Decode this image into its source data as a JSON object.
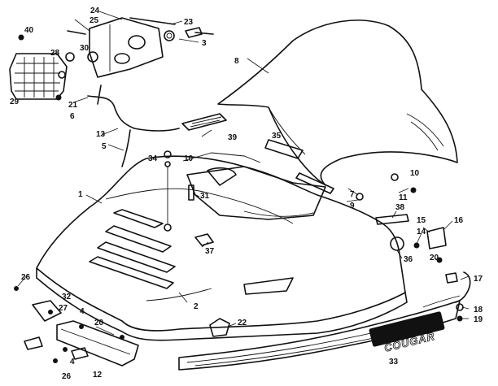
{
  "brand_text": "COUGAR",
  "callouts": [
    {
      "key": "p24",
      "label": "24"
    },
    {
      "key": "p25",
      "label": "25"
    },
    {
      "key": "p23",
      "label": "23"
    },
    {
      "key": "p40",
      "label": "40"
    },
    {
      "key": "p3",
      "label": "3"
    },
    {
      "key": "p28",
      "label": "28"
    },
    {
      "key": "p30a",
      "label": "30"
    },
    {
      "key": "p8",
      "label": "8"
    },
    {
      "key": "p29",
      "label": "29"
    },
    {
      "key": "p21",
      "label": "21"
    },
    {
      "key": "p6",
      "label": "6"
    },
    {
      "key": "p13",
      "label": "13"
    },
    {
      "key": "p39",
      "label": "39"
    },
    {
      "key": "p5",
      "label": "5"
    },
    {
      "key": "p35",
      "label": "35"
    },
    {
      "key": "p34",
      "label": "34"
    },
    {
      "key": "p10a",
      "label": "10"
    },
    {
      "key": "p10b",
      "label": "10"
    },
    {
      "key": "p1",
      "label": "1"
    },
    {
      "key": "p31",
      "label": "31"
    },
    {
      "key": "p7",
      "label": "7"
    },
    {
      "key": "p11",
      "label": "11"
    },
    {
      "key": "p9",
      "label": "9"
    },
    {
      "key": "p38",
      "label": "38"
    },
    {
      "key": "p15",
      "label": "15"
    },
    {
      "key": "p16",
      "label": "16"
    },
    {
      "key": "p14",
      "label": "14"
    },
    {
      "key": "p37",
      "label": "37"
    },
    {
      "key": "p36",
      "label": "36"
    },
    {
      "key": "p20a",
      "label": "20"
    },
    {
      "key": "p26a",
      "label": "26"
    },
    {
      "key": "p32",
      "label": "32"
    },
    {
      "key": "p2",
      "label": "2"
    },
    {
      "key": "p17",
      "label": "17"
    },
    {
      "key": "p18",
      "label": "18"
    },
    {
      "key": "p27",
      "label": "27"
    },
    {
      "key": "p4a",
      "label": "4"
    },
    {
      "key": "p20b",
      "label": "20"
    },
    {
      "key": "p22",
      "label": "22"
    },
    {
      "key": "p19",
      "label": "19"
    },
    {
      "key": "p4b",
      "label": "4"
    },
    {
      "key": "p26b",
      "label": "26"
    },
    {
      "key": "p12",
      "label": "12"
    },
    {
      "key": "p33",
      "label": "33"
    }
  ]
}
